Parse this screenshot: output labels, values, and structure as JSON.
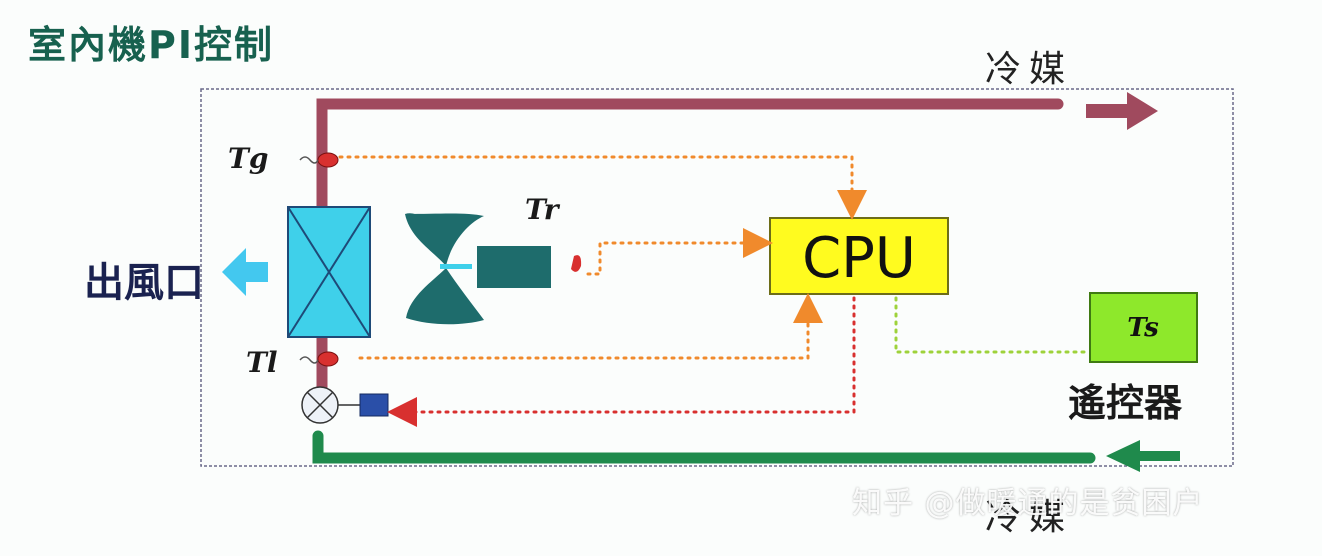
{
  "title": "室內機PI控制",
  "refrigerant_top": "冷媒",
  "refrigerant_bottom": "冷媒",
  "air_outlet": "出風口",
  "remote_controller": "遙控器",
  "cpu_label": "CPU",
  "sensors": {
    "tg": "Tg",
    "tr": "Tr",
    "tl": "Tl",
    "ts": "Ts"
  },
  "watermark": "知乎 @做暖通的是贫困户",
  "colors": {
    "title": "#17614f",
    "refrigerant_out": "#a04a5e",
    "refrigerant_in": "#1f8a4c",
    "coil": "#3fd0ea",
    "fan": "#1e6c6c",
    "cpu_fill": "#fffb1f",
    "ts_fill": "#8ee82b",
    "signal_orange": "#f08a2c",
    "signal_red": "#d8302f",
    "signal_green": "#9ed23a",
    "outlet_arrow": "#43c8ef"
  }
}
